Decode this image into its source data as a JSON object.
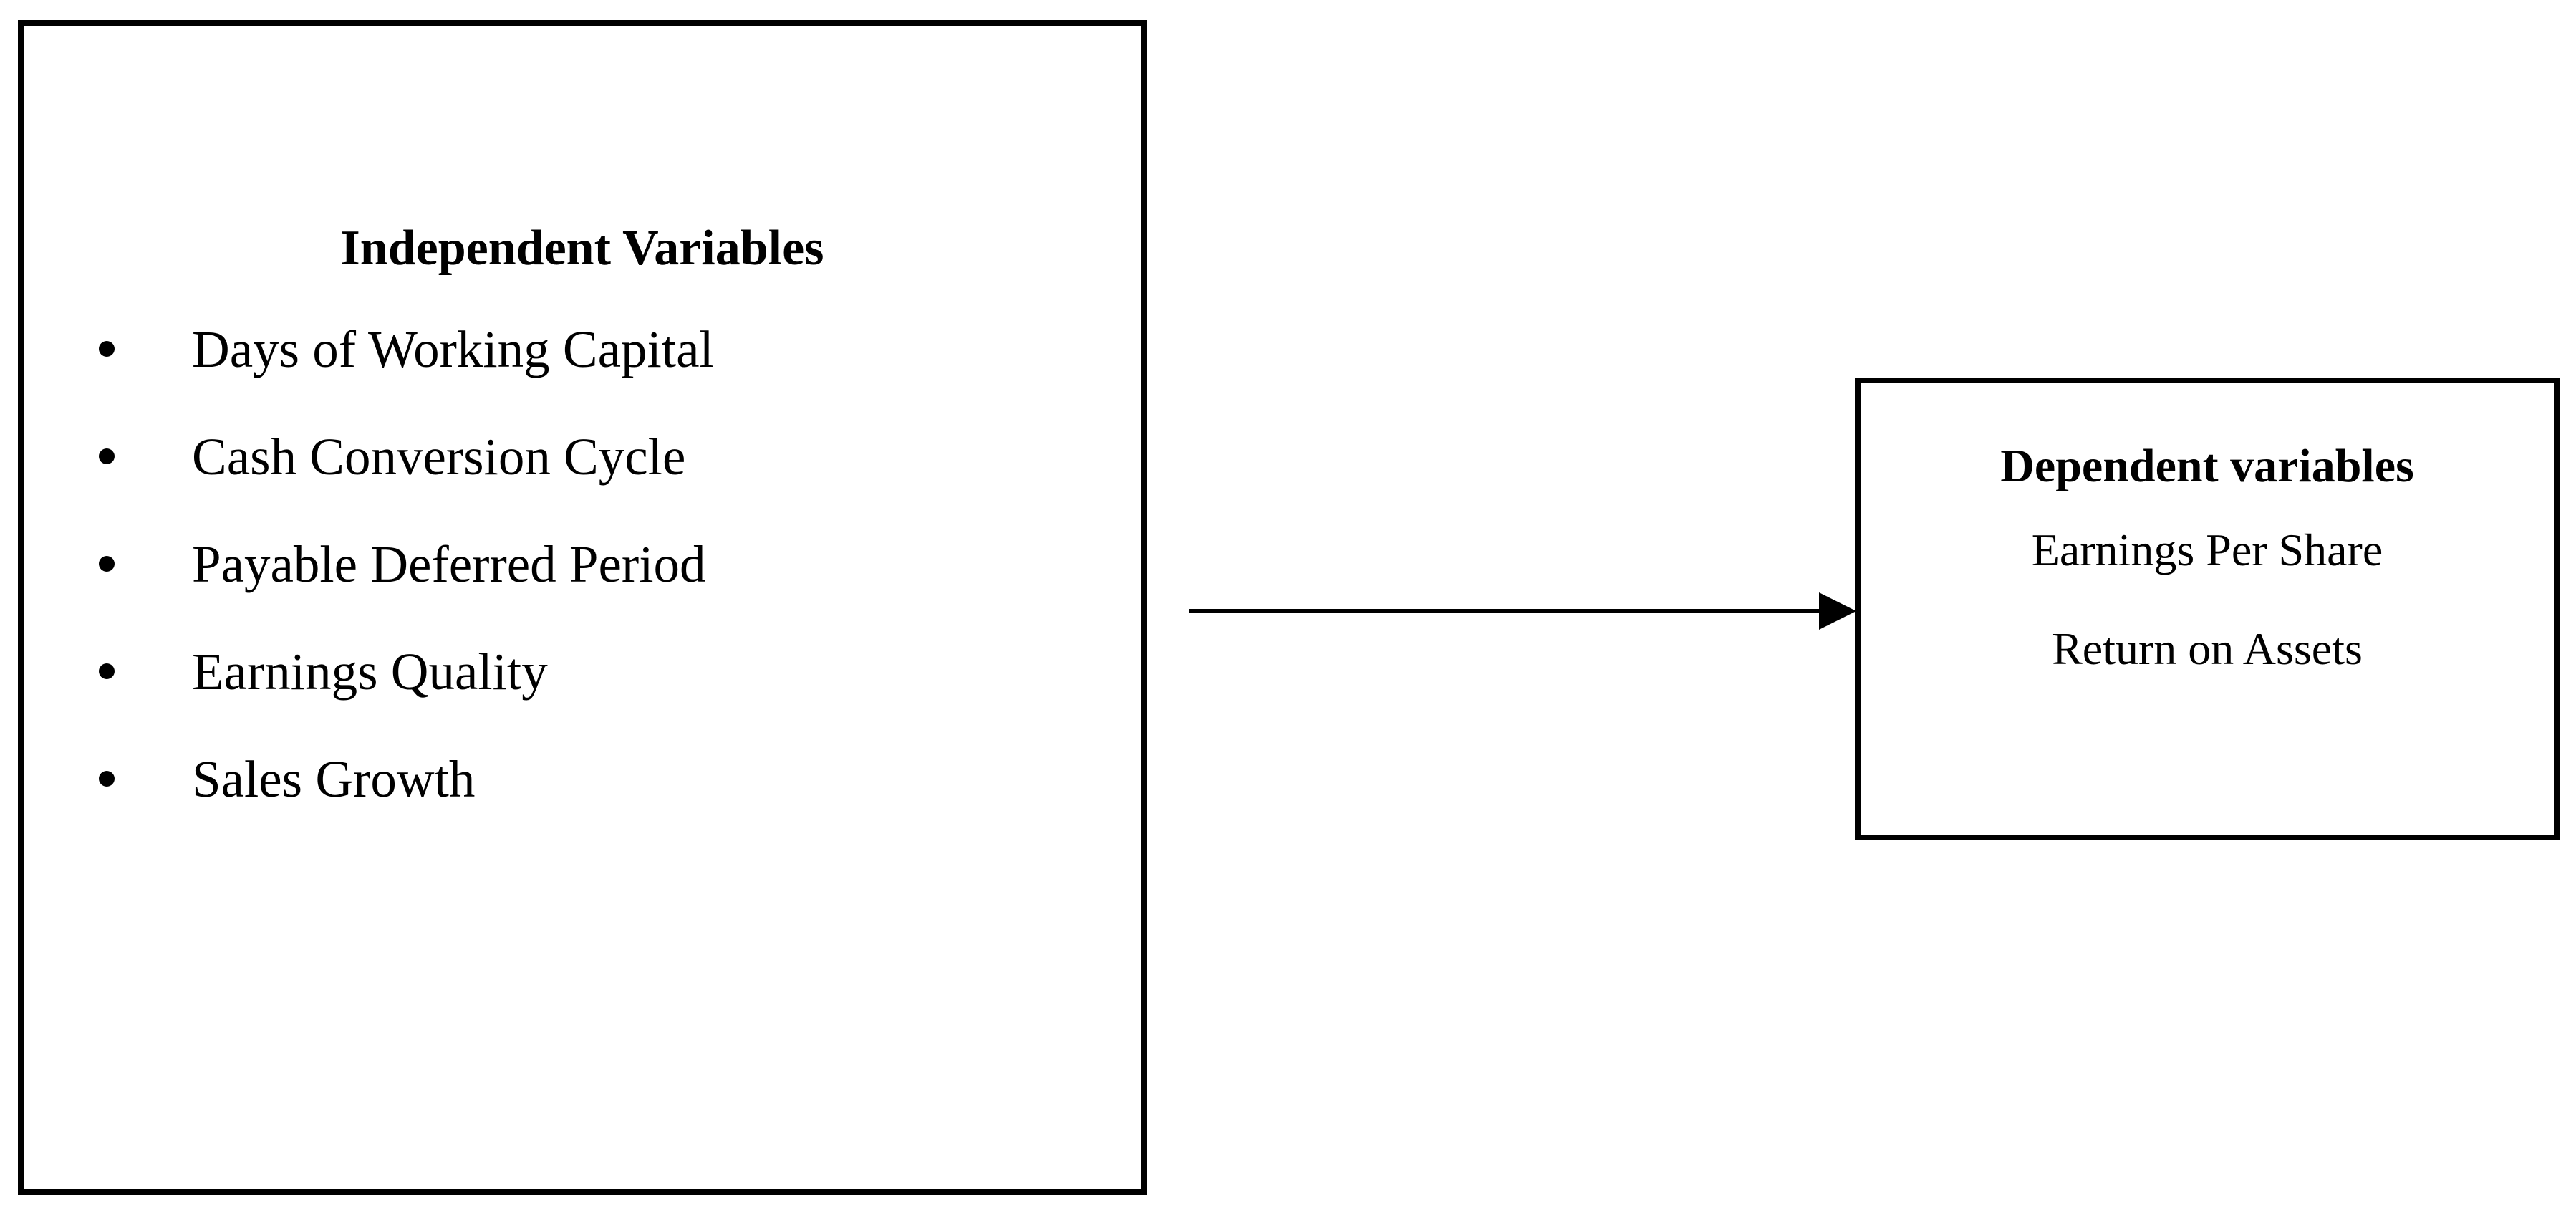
{
  "diagram": {
    "type": "conceptual-framework",
    "colors": {
      "ink": "#000000",
      "background": "#ffffff"
    },
    "left_box": {
      "title": "Independent Variables",
      "items": [
        "Days of Working Capital",
        "Cash Conversion Cycle",
        "Payable Deferred Period",
        "Earnings Quality",
        "Sales Growth"
      ]
    },
    "arrow": {
      "direction": "left-to-right"
    },
    "right_box": {
      "title": "Dependent variables",
      "items": [
        "Earnings Per Share",
        "Return on Assets"
      ]
    }
  }
}
